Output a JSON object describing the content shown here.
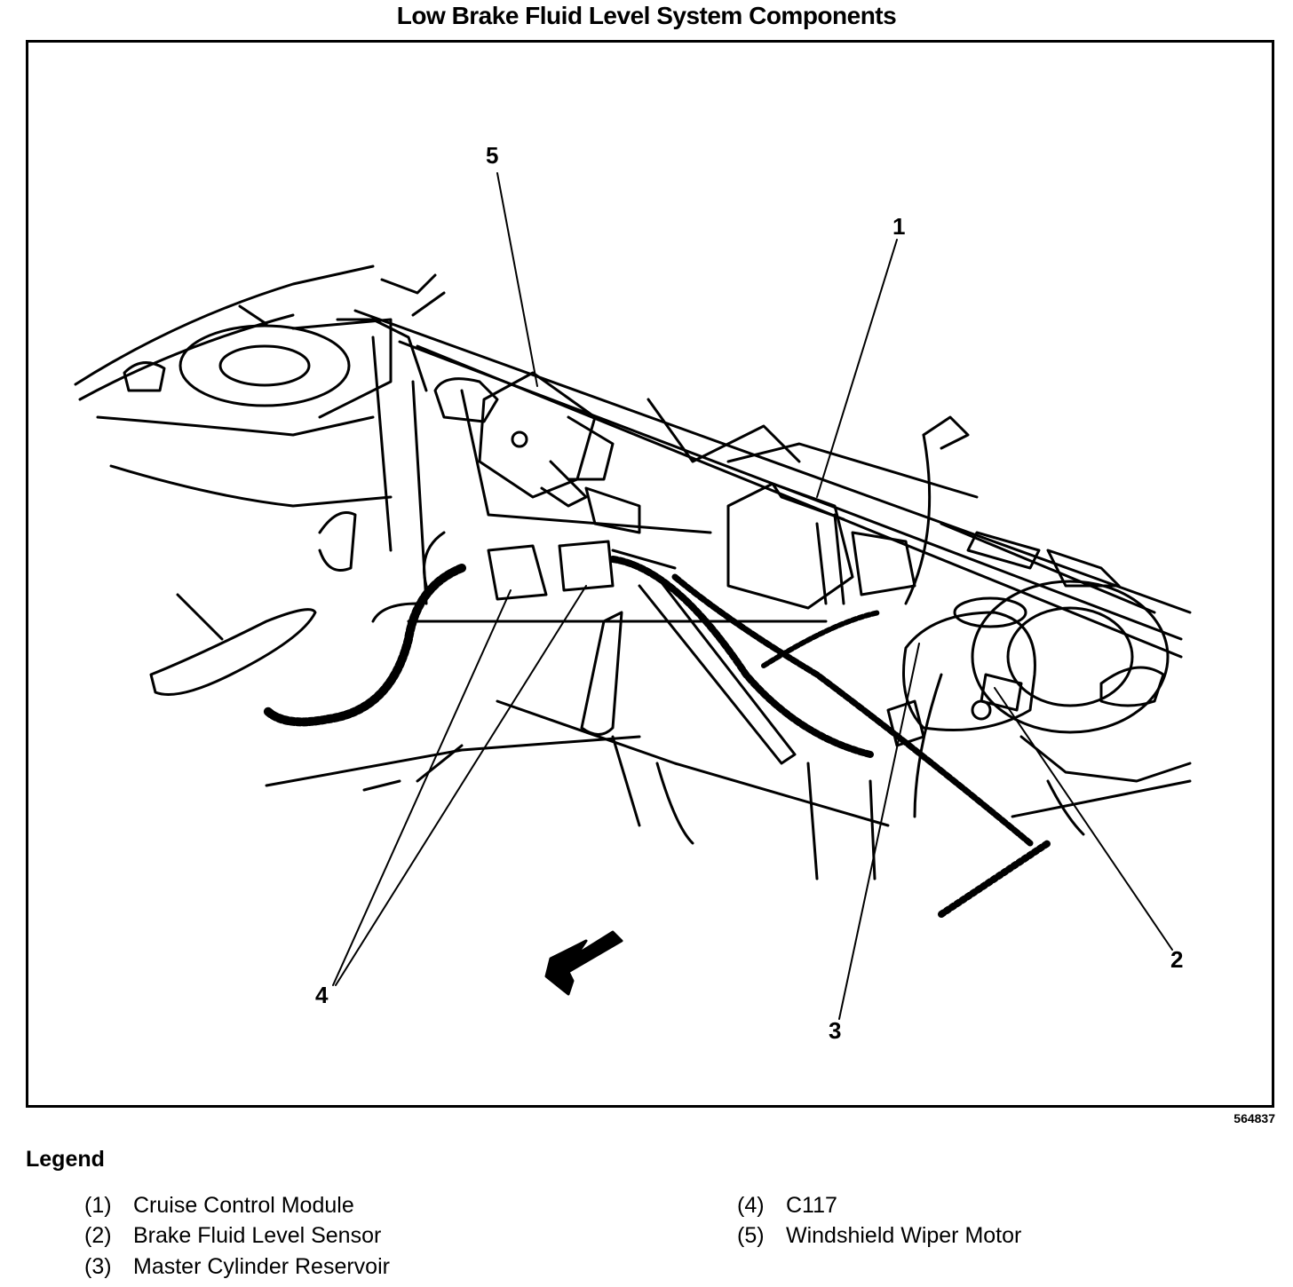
{
  "title": "Low Brake Fluid Level System Components",
  "figure_id": "564837",
  "callouts": [
    "1",
    "2",
    "3",
    "4",
    "5"
  ],
  "legend": {
    "heading": "Legend",
    "items": [
      {
        "num": "(1)",
        "label": "Cruise Control Module"
      },
      {
        "num": "(2)",
        "label": "Brake Fluid Level Sensor"
      },
      {
        "num": "(3)",
        "label": "Master Cylinder Reservoir"
      },
      {
        "num": "(4)",
        "label": "C117"
      },
      {
        "num": "(5)",
        "label": "Windshield Wiper Motor"
      }
    ]
  }
}
